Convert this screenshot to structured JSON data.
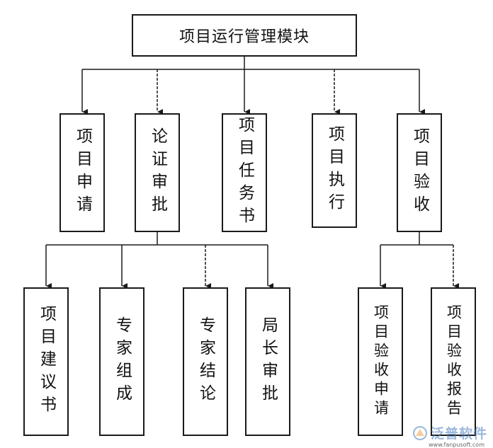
{
  "root": "项目运行管理模块",
  "level1": [
    {
      "id": "n1",
      "label": "项目申请"
    },
    {
      "id": "n2",
      "label": "论证审批"
    },
    {
      "id": "n3",
      "label": "项目任务书"
    },
    {
      "id": "n4",
      "label": "项目执行"
    },
    {
      "id": "n5",
      "label": "项目验收"
    }
  ],
  "level2_review": [
    {
      "id": "r1",
      "label": "项目建议书"
    },
    {
      "id": "r2",
      "label": "专家组成"
    },
    {
      "id": "r3",
      "label": "专家结论"
    },
    {
      "id": "r4",
      "label": "局长审批"
    }
  ],
  "level2_acceptance": [
    {
      "id": "a1",
      "label": "项目验收申请"
    },
    {
      "id": "a2",
      "label": "项目验收报告"
    }
  ],
  "watermark": {
    "brand": "泛普软件",
    "url": "www.fanpusoft.com",
    "color": "#4a7fc0"
  }
}
